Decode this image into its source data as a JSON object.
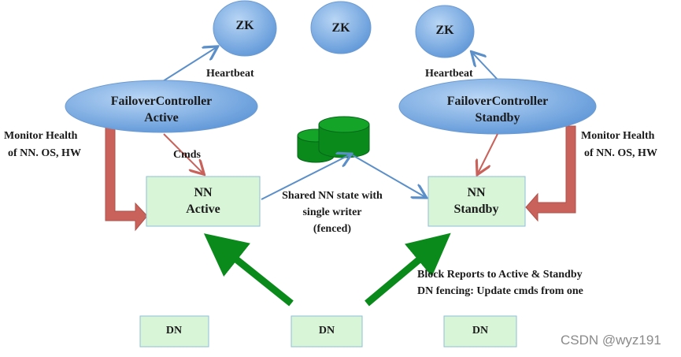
{
  "nodes": {
    "zk": [
      "ZK",
      "ZK",
      "ZK"
    ],
    "fc_active": [
      "FailoverController",
      "Active"
    ],
    "fc_standby": [
      "FailoverController",
      "Standby"
    ],
    "nn_active": [
      "NN",
      "Active"
    ],
    "nn_standby": [
      "NN",
      "Standby"
    ],
    "dn": [
      "DN",
      "DN",
      "DN"
    ]
  },
  "labels": {
    "heartbeat_left": "Heartbeat",
    "heartbeat_right": "Heartbeat",
    "cmds": "Cmds",
    "monitor_left": [
      "Monitor Health",
      "of NN. OS, HW"
    ],
    "monitor_right": [
      "Monitor Health",
      "of NN. OS, HW"
    ],
    "shared": [
      "Shared NN state with",
      "single writer",
      "(fenced)"
    ],
    "block_reports": [
      "Block Reports to Active & Standby",
      "DN fencing: Update cmds from one"
    ]
  },
  "watermark": "CSDN @wyz191",
  "colors": {
    "zk": "#7fb0e6",
    "nn": "#d8f5d8",
    "db": "#0a8a1a",
    "red_arrow": "#c9625a",
    "green_arrow": "#0a8a1a",
    "blue_arrow": "#5b8fc9"
  }
}
